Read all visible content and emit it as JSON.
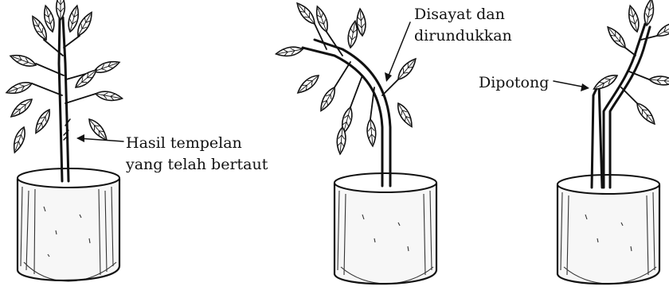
{
  "diagram": {
    "stages": [
      {
        "name": "stage-1",
        "label_lines": [
          "Hasil tempelan",
          "yang telah bertaut"
        ]
      },
      {
        "name": "stage-2",
        "label_lines": [
          "Disayat dan",
          "dirundukkan"
        ]
      },
      {
        "name": "stage-3",
        "label_lines": [
          "Dipotong"
        ]
      }
    ],
    "colors": {
      "ink": "#111111",
      "paper": "#ffffff"
    }
  }
}
